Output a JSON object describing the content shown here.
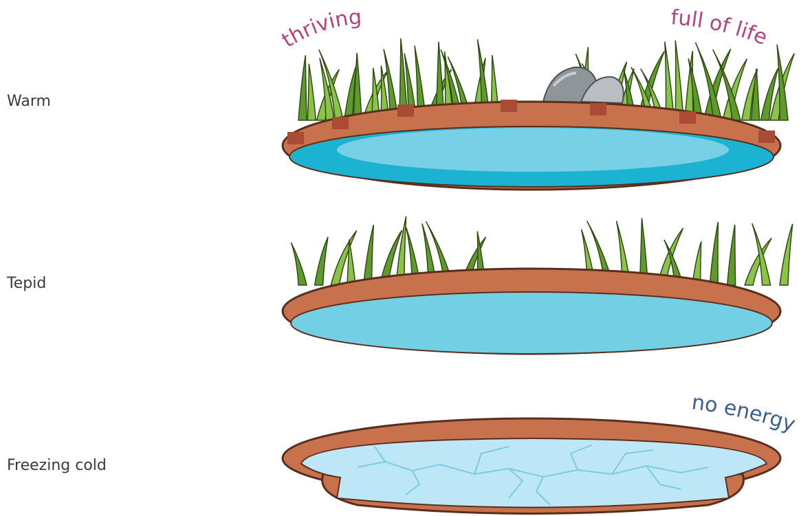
{
  "rows": [
    {
      "label": "Warm"
    },
    {
      "label": "Tepid"
    },
    {
      "label": "Freezing cold"
    }
  ],
  "annotations": {
    "thriving": "thriving",
    "full_of_life": "full of life",
    "no_energy": "no energy"
  },
  "colors": {
    "rim": "#c8714d",
    "rim_dark": "#a94b35",
    "outline": "#5a2e1c",
    "warm_water": "#1bb3d1",
    "warm_highlight": "#77d0e6",
    "tepid_water": "#72cfe4",
    "ice": "#bde6f6",
    "ice_crack": "#7ccbe3",
    "grass_light": "#8bc34a",
    "grass_dark": "#5b8f2a",
    "rock": "#8f9599",
    "pink_text": "#b3427e",
    "blue_text": "#3e5d93"
  },
  "icons": [
    "grass-tuft-icon",
    "rock-icon",
    "ice-crack-icon"
  ]
}
